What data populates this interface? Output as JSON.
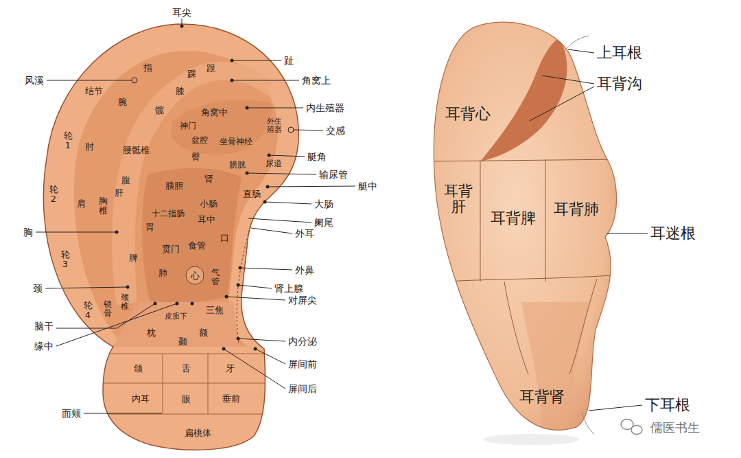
{
  "diagram": {
    "labels": [
      "耳尖",
      "风溪",
      "指",
      "踝",
      "跟",
      "趾",
      "结节",
      "腕",
      "角窝上",
      "膝",
      "髋",
      "角窝中",
      "内生殖器",
      "神门",
      "外生殖器",
      "交感",
      "盆腔",
      "坐骨神经",
      "轮1",
      "肘",
      "腰骶椎",
      "臀",
      "艇角",
      "膀胱",
      "尿道",
      "输尿管",
      "腹",
      "肾",
      "胰胆",
      "艇中",
      "肝",
      "轮2",
      "肩",
      "胸椎",
      "直肠",
      "小肠",
      "大肠",
      "十二指肠",
      "耳中",
      "阑尾",
      "胃",
      "胸",
      "外耳",
      "口",
      "贲门",
      "食管",
      "脾",
      "轮3",
      "肺",
      "心",
      "气管",
      "外鼻",
      "肾上腺",
      "颈",
      "对屏尖",
      "锁骨",
      "颈椎",
      "轮4",
      "三焦",
      "皮质下",
      "脑干",
      "枕",
      "额",
      "颞",
      "内分泌",
      "缘中",
      "颌",
      "舌",
      "牙",
      "屏间前",
      "屏间后",
      "内耳",
      "眼",
      "垂前",
      "面颊",
      "扁桃体",
      "上耳根",
      "耳背沟",
      "耳背心",
      "耳背肝",
      "耳背脾",
      "耳背肺",
      "耳迷根",
      "耳背肾",
      "下耳根",
      "儒医书生"
    ]
  }
}
